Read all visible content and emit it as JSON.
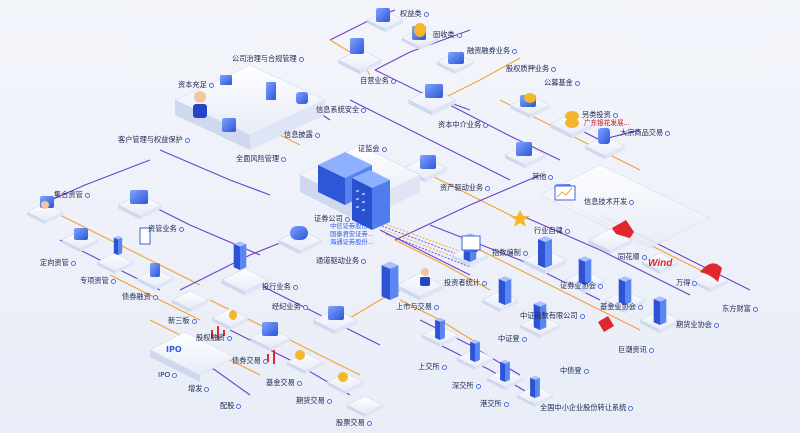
{
  "labels": {
    "quanyi": "权益类",
    "gushou": "固收类",
    "rongzi": "融资融券业务",
    "guquan_zhiya": "股权质押业务",
    "gongmu": "公募基金",
    "lingwai": "另类投资",
    "dazong": "大宗商品交易",
    "zhongjie": "资本中介业务",
    "ziying": "自营业务",
    "gongsi_zhili": "公司治理与合规管理",
    "ziben_chongzu": "资本充足",
    "xinxi_anquan": "信息系统安全",
    "kehu_guanli": "客户管理与权益保护",
    "xinxi_pilu": "信息披露",
    "quanmian_fengxian": "全面风险管理",
    "zhengjianhui": "证监会",
    "zichan_qudong": "资产驱动业务",
    "qita": "其他",
    "jihe_zichan": "集合资管",
    "zichan_yewu": "资管业务",
    "dingxiang": "定向资管",
    "zhuanxiang": "专项资管",
    "zhaiquan_rongzi": "债券融资",
    "zhengquan_gongsi": "证券公司",
    "tongdao_qudong": "通道驱动业务",
    "xinsanban": "新三板",
    "touhang": "投行业务",
    "jingji": "经纪业务",
    "guquan_rongzi": "股权融资",
    "zhaiquan_jiaoyi": "债券交易",
    "ipo": "IPO",
    "zengfa": "增发",
    "peigu": "配股",
    "jijin_jiaoyi": "基金交易",
    "qihuo_jiaoyi": "期货交易",
    "gupiao_jiaoyi": "股票交易",
    "xinxi_jishu": "信息技术开发",
    "hangye_zilv": "行业自律",
    "zhishu_bianzhi": "指数编制",
    "touzizhe_tongji": "投资者统计",
    "zhengquanye_xiehui": "证券业协会",
    "jijinye_xiehui": "基金业协会",
    "qihuoye_xiehui": "期货业协会",
    "zhongzheng_zhishu": "中证指数有限公司",
    "shangshi_jiaoyi": "上市与交易",
    "zhongzhengdeng": "中证登",
    "zhongzhaideng": "中债登",
    "jucao": "巨潮资讯",
    "tonghuashun": "同花顺",
    "wande": "万得",
    "dongfang": "东方财富",
    "shangjiaosuo": "上交所",
    "shenjiaosuo": "深交所",
    "gangjiaosuo": "港交所",
    "zhongxiao": "全国中小企业股份转让系统"
  },
  "captions": {
    "guangfa": "广东银花发展...",
    "zhongxin1": "中信证券股份...",
    "guotai": "国泰君安证券...",
    "haitong": "海通证券股份..."
  },
  "logos": {
    "wind": "Wind"
  },
  "colors": {
    "accent": "#2f5fe6",
    "line_orange": "#f2a233",
    "line_purple": "#6a45c8",
    "red": "#e0262e"
  }
}
